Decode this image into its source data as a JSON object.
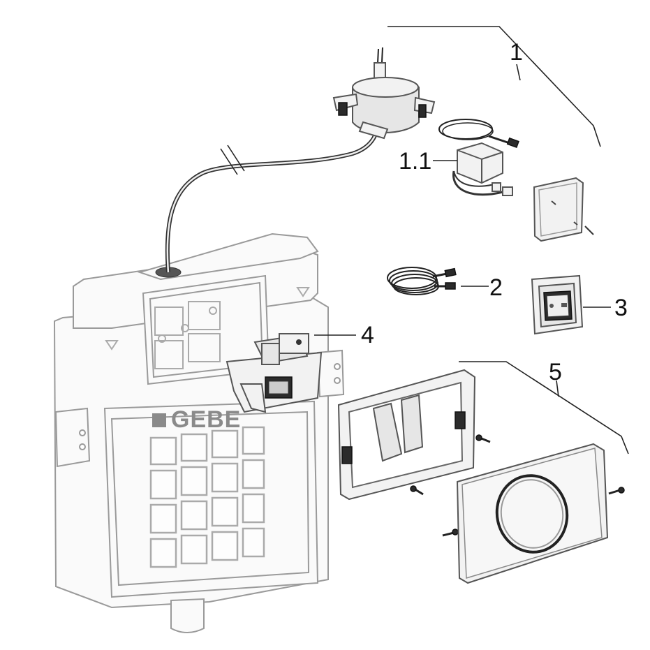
{
  "labels": {
    "l1": "1",
    "l1_1": "1.1",
    "l2": "2",
    "l3": "3",
    "l4": "4",
    "l5": "5"
  },
  "brand_text": "GEBE"
}
